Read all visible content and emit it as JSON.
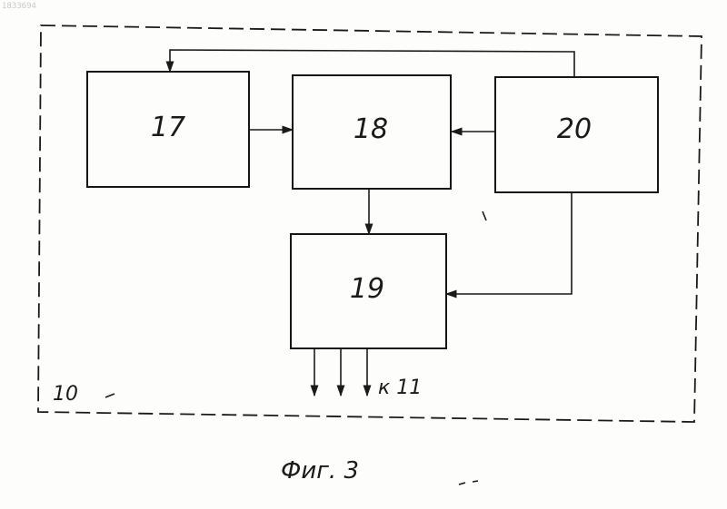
{
  "stamp_text": "1833694",
  "outer_label": "10",
  "blocks": [
    {
      "id": "17",
      "label": "17"
    },
    {
      "id": "18",
      "label": "18"
    },
    {
      "id": "20",
      "label": "20"
    },
    {
      "id": "19",
      "label": "19"
    }
  ],
  "output_label": "к 11",
  "caption": "Фиг. 3"
}
